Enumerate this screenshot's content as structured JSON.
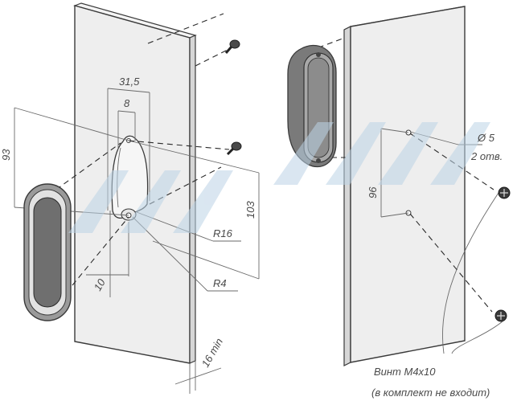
{
  "colors": {
    "panel_front": "#eeeeee",
    "panel_side": "#d6d6d6",
    "panel_top": "#f4f4f4",
    "handle_dark": "#6f6f6f",
    "handle_mid": "#a8a8a8",
    "handle_light": "#dcdcdc",
    "watermark": "#bcd3e6",
    "line": "#3a3a3a"
  },
  "dimensions": {
    "width_31_5": "31,5",
    "width_8": "8",
    "height_93": "93",
    "height_103": "103",
    "radius_16": "R16",
    "radius_4": "R4",
    "offset_10": "10",
    "thickness": "16 min",
    "spacing_96": "96",
    "hole_diameter": "Ø 5",
    "hole_count": "2 отв."
  },
  "notes": {
    "screw_line1": "Винт M4x10",
    "screw_line2": "(в комплект не входит)"
  },
  "icons": [
    "screw-icon",
    "recessed-handle-icon",
    "watermark-logo"
  ]
}
